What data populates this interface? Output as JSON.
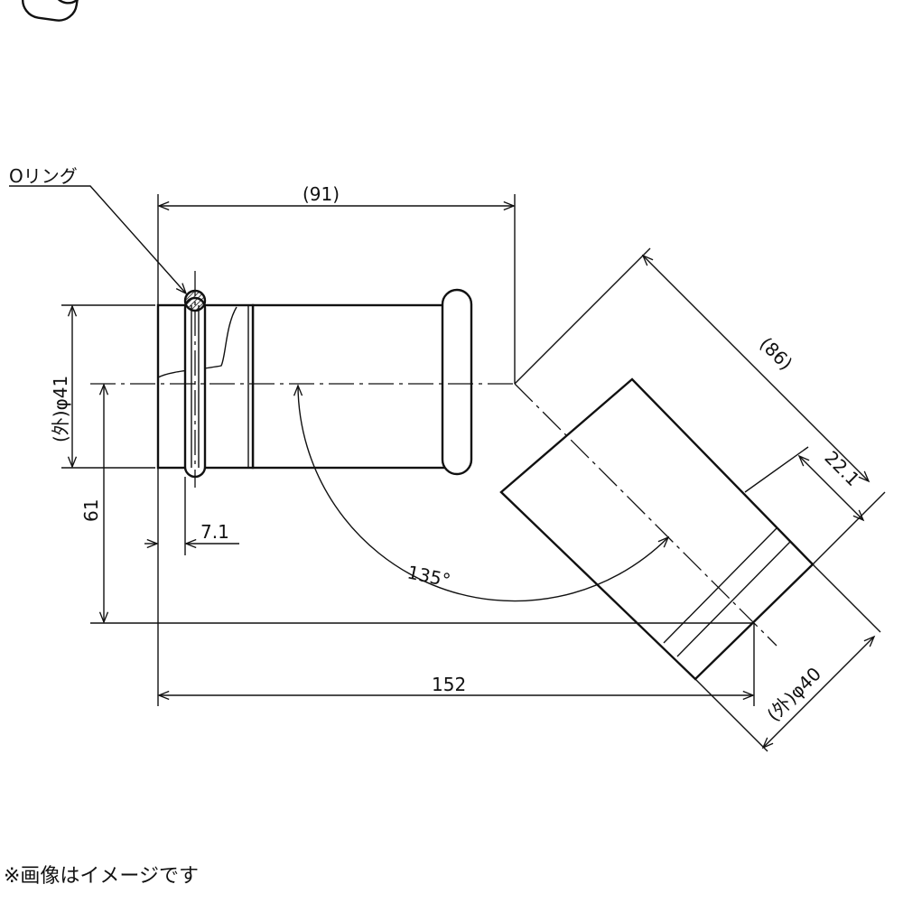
{
  "labels": {
    "o_ring": "Oリング",
    "dim_91": "(91)",
    "dim_outer_41": "(外)φ41",
    "dim_61": "61",
    "dim_7_1": "7.1",
    "angle_135": "135°",
    "dim_152": "152",
    "dim_86": "(86)",
    "dim_22_1": "22.1",
    "dim_outer_40": "(外)φ40"
  },
  "footnote": "※画像はイメージです"
}
